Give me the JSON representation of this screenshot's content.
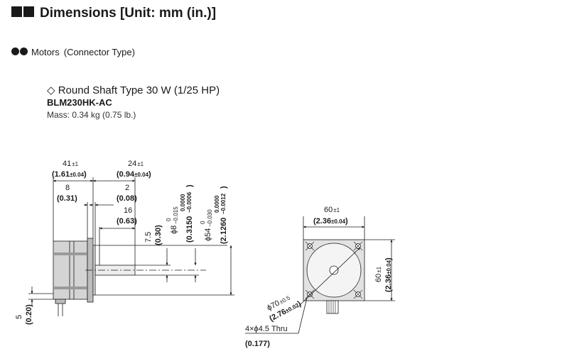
{
  "header": {
    "title": "Dimensions [Unit: mm (in.)]"
  },
  "section": {
    "label": "Motors",
    "sub": "(Connector Type)"
  },
  "product": {
    "diamond": "◇",
    "title": "Round Shaft Type 30 W (1/25 HP)",
    "model": "BLM230HK-AC",
    "mass": "Mass: 0.34 kg (0.75 lb.)"
  },
  "side_view": {
    "d41": "41",
    "d41_tol": "±1",
    "d41_in": "(1.61",
    "d41_in_tol": "±0.04",
    "d41_in_close": ")",
    "d24": "24",
    "d24_tol": "±1",
    "d24_in": "(0.94",
    "d24_in_tol": "±0.04",
    "d24_in_close": ")",
    "d8": "8",
    "d8_in": "(0.31)",
    "d2": "2",
    "d2_in": "(0.08)",
    "d16": "16",
    "d16_in": "(0.63)",
    "d75": "7.5",
    "d75_in": "(0.30)",
    "phi8": "ϕ8",
    "phi8_tol_top": "0",
    "phi8_tol_bot": "−0.015",
    "phi8_in": "(0.3150",
    "phi8_in_tol_top": "0.0000",
    "phi8_in_tol_bot": "−0.0006",
    "phi8_in_close": ")",
    "phi54": "ϕ54",
    "phi54_tol_top": "0",
    "phi54_tol_bot": "−0.030",
    "phi54_in": "(2.1260",
    "phi54_in_tol_top": "0.0000",
    "phi54_in_tol_bot": "−0.0012",
    "phi54_in_close": ")",
    "d5": "5",
    "d5_in": "(0.20)"
  },
  "front_view": {
    "d60": "60",
    "d60_tol": "±1",
    "d60_in": "(2.36",
    "d60_in_tol": "±0.04",
    "d60_in_close": ")",
    "v60": "60",
    "v60_tol": "±1",
    "v60_in": "(2.36",
    "v60_in_tol": "±0.04",
    "v60_in_close": ")",
    "phi70": "ϕ70",
    "phi70_tol": "±0.5",
    "phi70_in": "(2.76",
    "phi70_in_tol": "±0.02",
    "phi70_in_close": ")",
    "holes": "4×ϕ4.5 Thru",
    "holes_in": "(0.177)"
  },
  "colors": {
    "line": "#1a1a1a",
    "motor_fill": "#d0d0d0",
    "motor_dark": "#8a8a8a",
    "face_fill": "#f2f2f2"
  }
}
